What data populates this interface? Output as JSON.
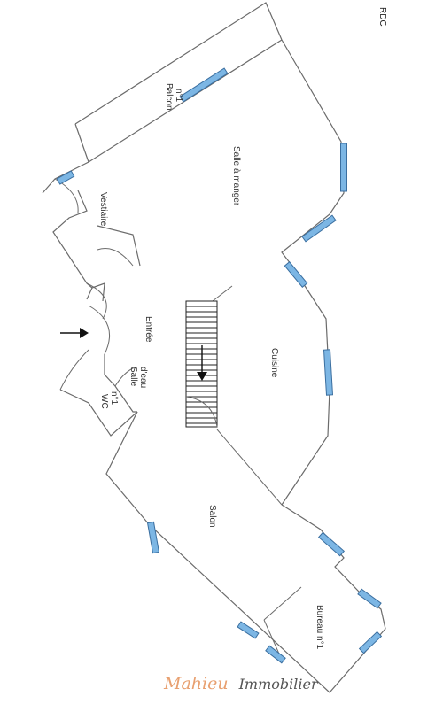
{
  "plan": {
    "level": "RDC",
    "rooms": [
      {
        "id": "balcon",
        "lines": [
          "Balcon",
          "n°1"
        ]
      },
      {
        "id": "salle-a-manger",
        "lines": [
          "Salle à manger"
        ]
      },
      {
        "id": "vestiaire",
        "lines": [
          "Vestiaire"
        ]
      },
      {
        "id": "entree",
        "lines": [
          "Entrée"
        ]
      },
      {
        "id": "salle-deau",
        "lines": [
          "Salle",
          "d'eau"
        ]
      },
      {
        "id": "wc",
        "lines": [
          "WC",
          "n°1"
        ]
      },
      {
        "id": "cuisine",
        "lines": [
          "Cuisine"
        ]
      },
      {
        "id": "salon",
        "lines": [
          "Salon"
        ]
      },
      {
        "id": "bureau",
        "lines": [
          "Bureau n°1"
        ]
      }
    ]
  },
  "watermark": {
    "part1": "Mahieu",
    "part2": "Immobilier",
    "color1": "#e8a070",
    "color2": "#555555"
  },
  "colors": {
    "wall": "#6b6b6b",
    "window_fill": "#7cb6e4",
    "window_stroke": "#3b6fa0"
  }
}
